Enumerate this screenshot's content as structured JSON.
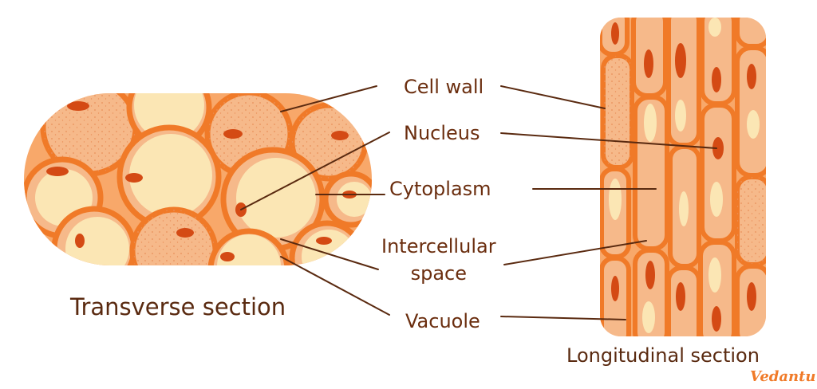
{
  "labels": {
    "cell_wall": "Cell wall",
    "nucleus": "Nucleus",
    "cytoplasm": "Cytoplasm",
    "intercellular_line1": "Intercellular",
    "intercellular_line2": "space",
    "vacuole": "Vacuole"
  },
  "captions": {
    "transverse": "Transverse section",
    "longitudinal": "Longitudinal section"
  },
  "watermark": "Vedantu",
  "colors": {
    "wall": "#f07a28",
    "cytoplasm": "#f6b98a",
    "vacuole": "#fbe6b4",
    "nucleus": "#d44a14",
    "intercellular": "#f8a86a",
    "text": "#6b2e0f"
  }
}
